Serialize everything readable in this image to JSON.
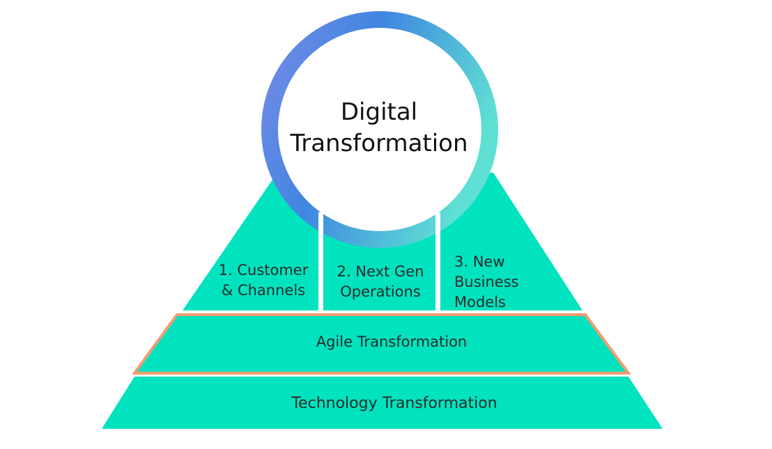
{
  "title": {
    "line1": "Digital",
    "line2": "Transformation"
  },
  "pillars": [
    {
      "line1": "1. Customer",
      "line2": "& Channels"
    },
    {
      "line1": "2. Next Gen",
      "line2": "Operations"
    },
    {
      "line1": "3. New",
      "line2": "Business",
      "line3": "Models"
    }
  ],
  "layers": {
    "agile": "Agile Transformation",
    "technology": "Technology Transformation"
  },
  "colors": {
    "teal": "#00E3BE",
    "ring_blue": "#3F7FE0",
    "ring_cyan": "#2FC8D6",
    "agile_border": "#F59A70",
    "text": "#2B2B2B"
  }
}
